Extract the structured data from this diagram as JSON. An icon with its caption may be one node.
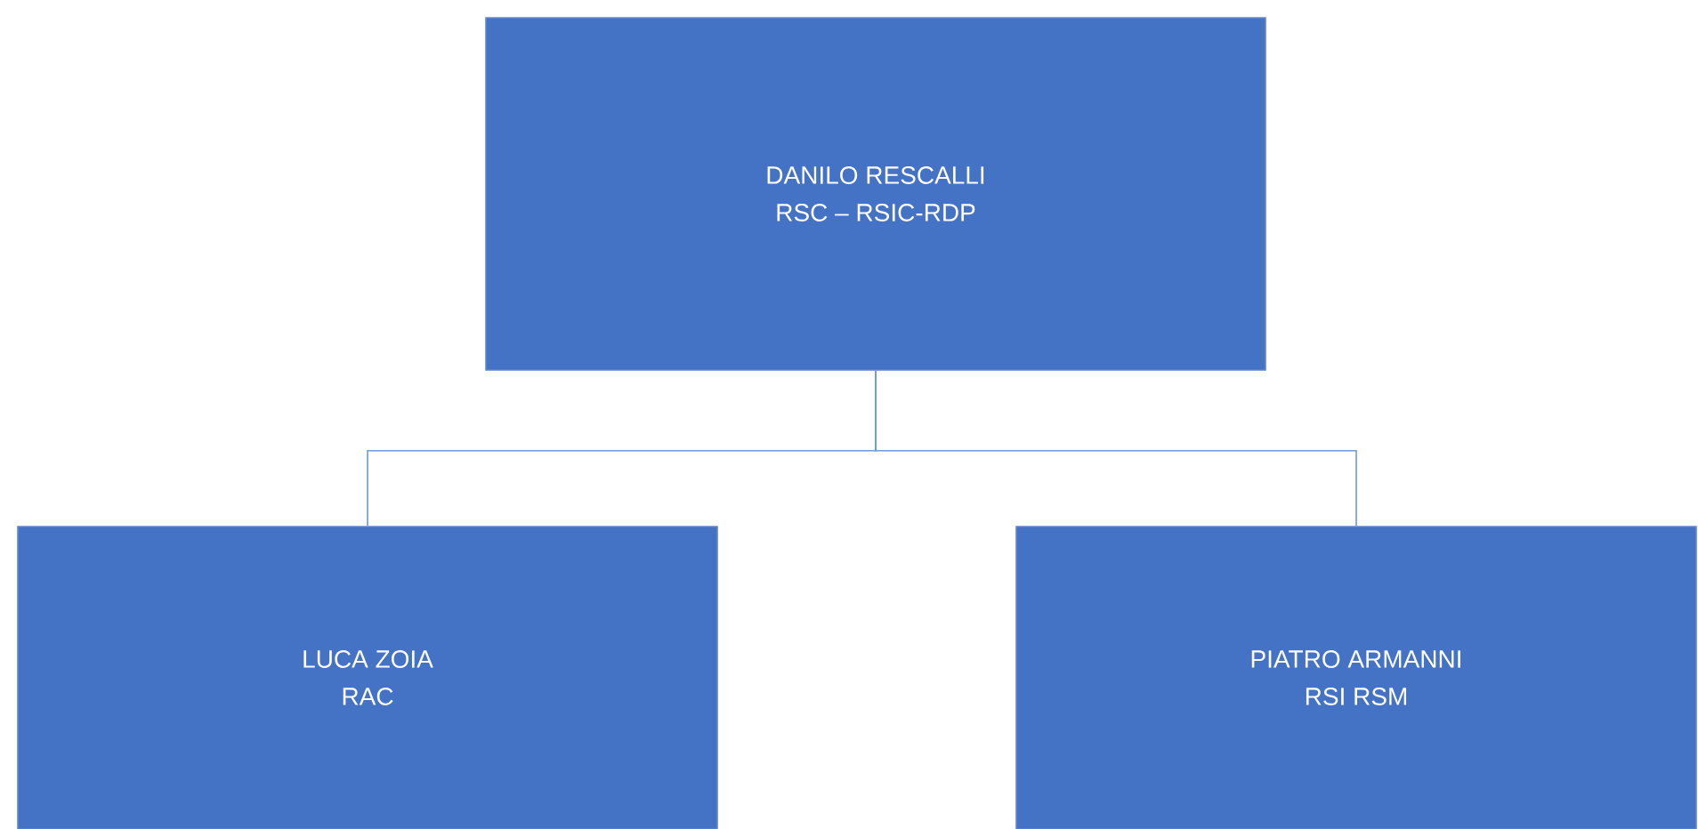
{
  "diagram": {
    "nodes": [
      {
        "text": [
          "DANILO RESCALLI",
          "RSC – RSIC-RDP"
        ]
      },
      {
        "text": [
          "LUCA ZOIA",
          "RAC"
        ]
      },
      {
        "text": [
          "PIATRO ARMANNI",
          "RSI RSM"
        ]
      }
    ],
    "edges": [
      {
        "from": 0,
        "to": 1,
        "arrow": "none"
      },
      {
        "from": 0,
        "to": 2,
        "arrow": "none"
      }
    ]
  }
}
